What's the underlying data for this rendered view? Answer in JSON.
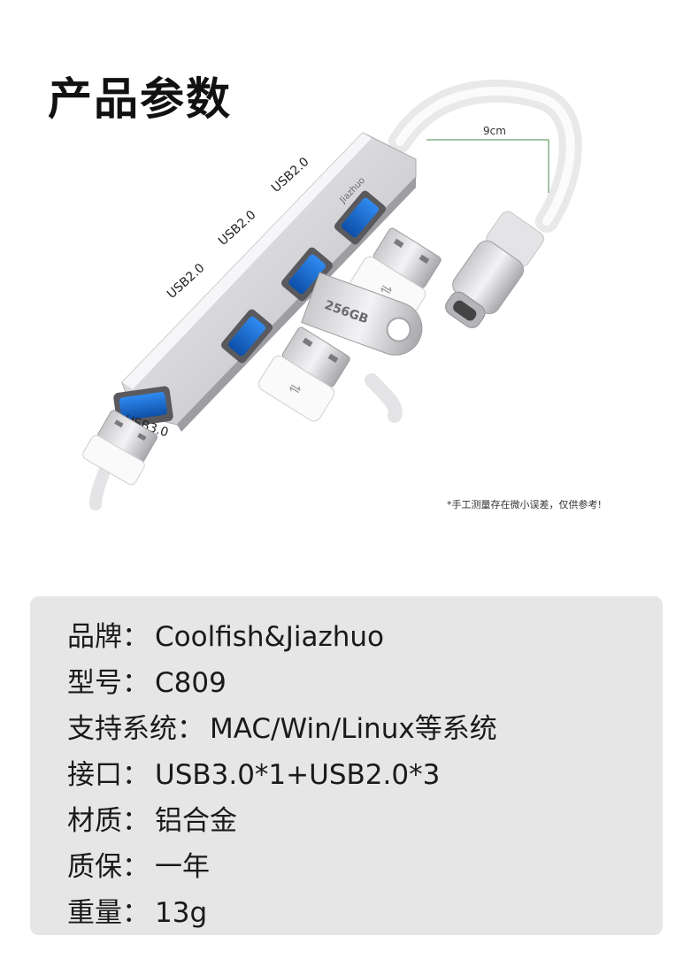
{
  "title": "产品参数",
  "illustration": {
    "labels": {
      "cable_length": "9cm",
      "port_1": "USB2.0",
      "port_2": "USB2.0",
      "port_3": "USB2.0",
      "port_4": "USB3.0",
      "drive_capacity": "256GB"
    }
  },
  "note": "*手工测量存在微小误差，仅供参考!",
  "specs": [
    {
      "label": "品牌",
      "value": "Coolfish&Jiazhuo"
    },
    {
      "label": "型号",
      "value": "C809"
    },
    {
      "label": "支持系统",
      "value": "MAC/Win/Linux等系统"
    },
    {
      "label": "接口",
      "value": "USB3.0*1+USB2.0*3"
    },
    {
      "label": "材质",
      "value": "铝合金"
    },
    {
      "label": "质保",
      "value": "一年"
    },
    {
      "label": "重量",
      "value": "13g"
    }
  ],
  "colors": {
    "panel_bg": "#e6e6e6",
    "usb3_port": "#1f6fd1",
    "hub_body": "#d9d9db"
  }
}
